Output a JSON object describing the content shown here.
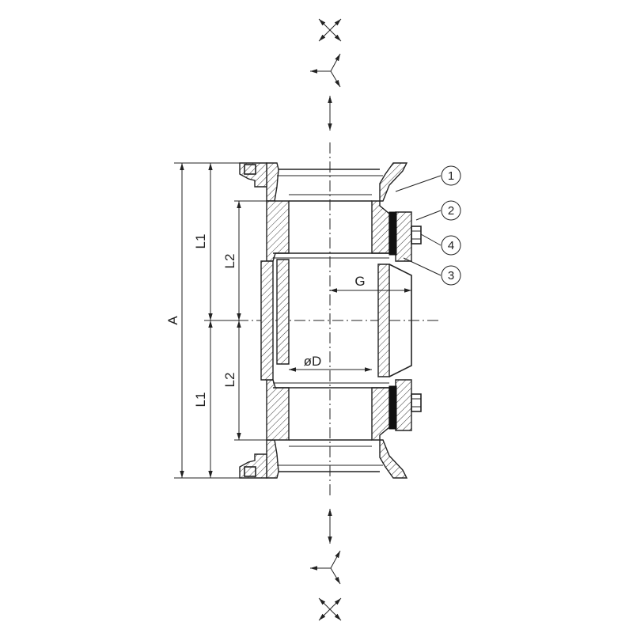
{
  "dimensions": {
    "A": "A",
    "L1_top": "L1",
    "L2_top": "L2",
    "L2_bottom": "L2",
    "L1_bottom": "L1",
    "G": "G",
    "D": "øD"
  },
  "callouts": [
    "1",
    "2",
    "4",
    "3"
  ],
  "icons": {
    "top": [
      "cross-arrows-icon",
      "tripod-arrows-icon",
      "vertical-arrows-icon"
    ],
    "bottom": [
      "vertical-arrows-icon",
      "tripod-arrows-icon",
      "cross-arrows-icon"
    ]
  },
  "colors": {
    "line": "#222222",
    "gasket": "#111111"
  }
}
